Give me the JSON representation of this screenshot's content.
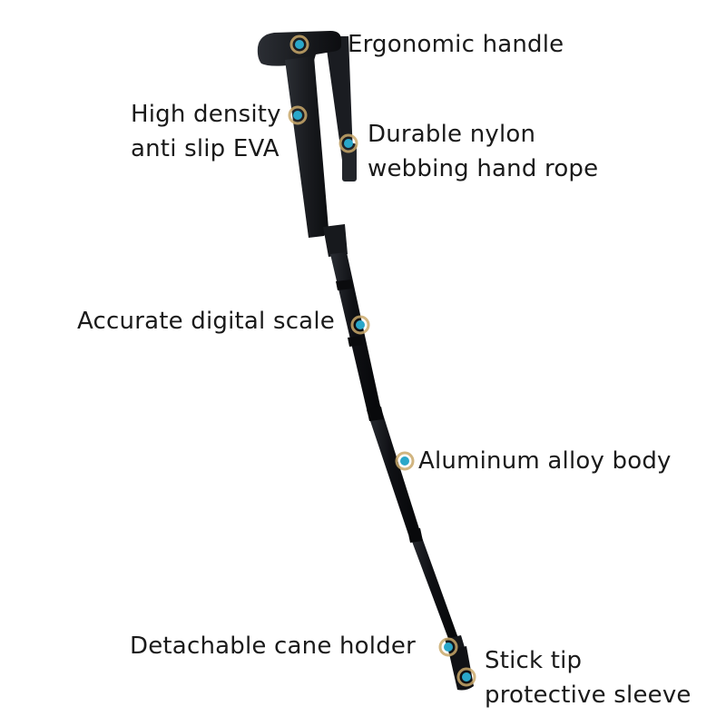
{
  "colors": {
    "cane_body": "#111318",
    "grip": "#1d1f24",
    "marker_ring": "#c9a86a",
    "marker_dot": "#2aa7c9",
    "text": "#1a1a1a"
  },
  "labels": {
    "handle": "Ergonomic handle",
    "eva_line1": "High density",
    "eva_line2": "anti slip EVA",
    "rope_line1": "Durable nylon",
    "rope_line2": "webbing hand rope",
    "scale": "Accurate digital scale",
    "body": "Aluminum alloy body",
    "holder": "Detachable cane holder",
    "tip_line1": "Stick tip",
    "tip_line2": "protective sleeve"
  }
}
